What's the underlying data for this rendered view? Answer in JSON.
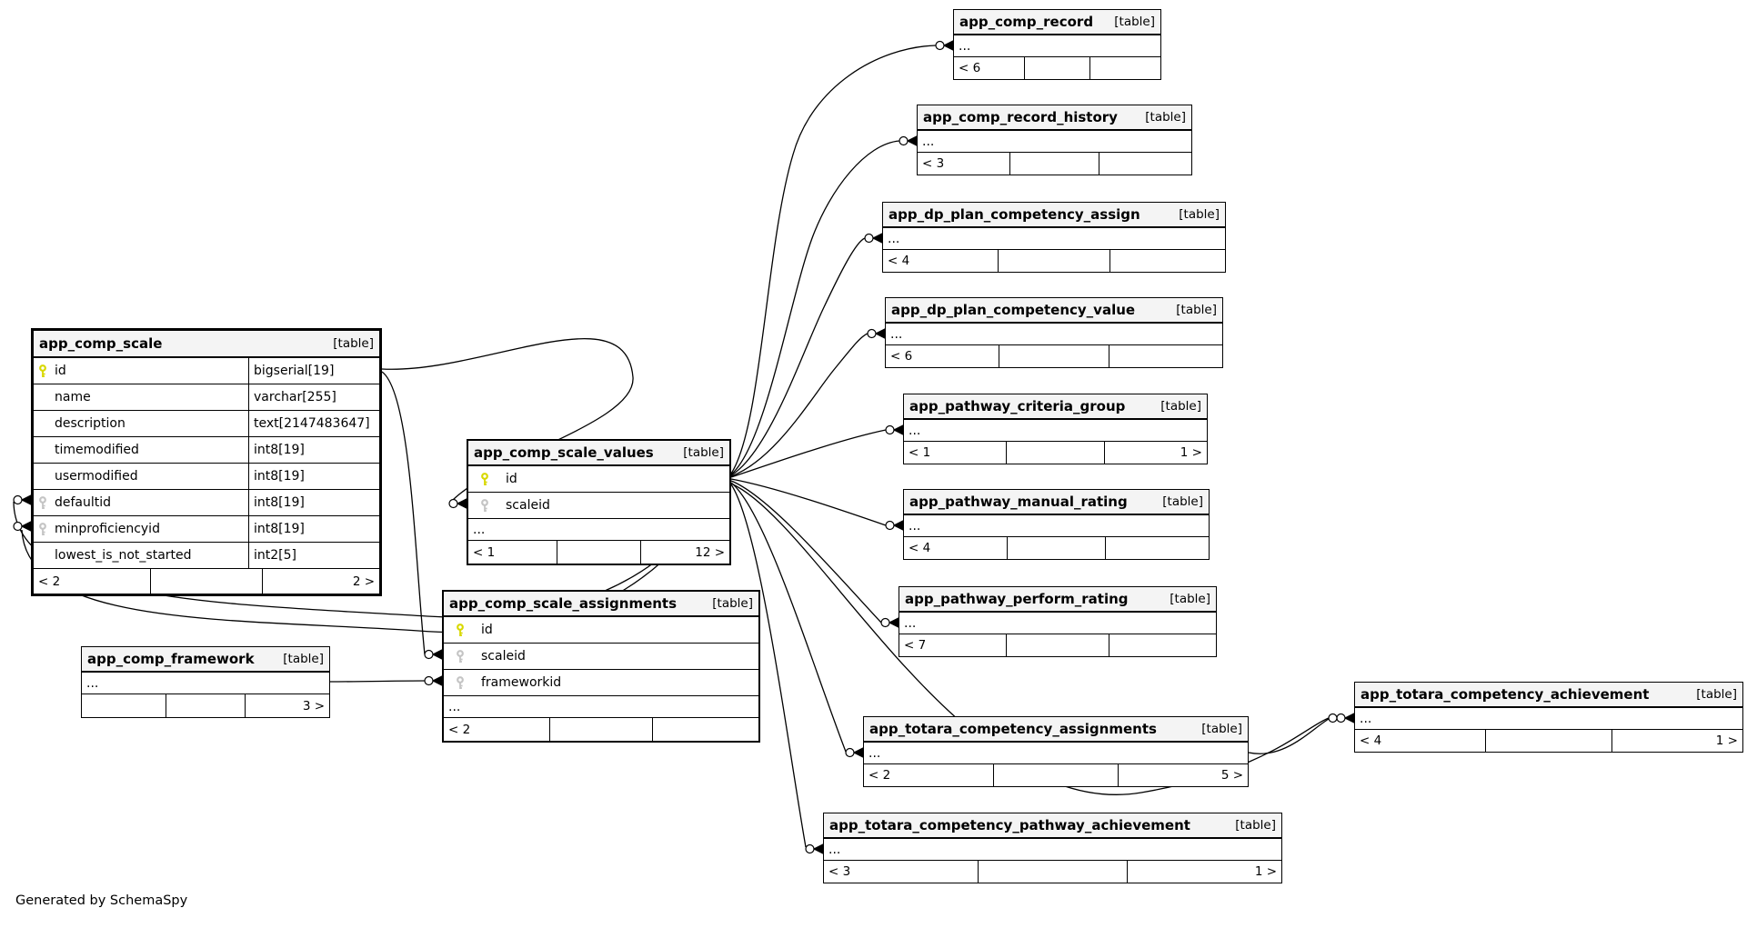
{
  "diagram": {
    "credit": "Generated by SchemaSpy",
    "type_label": "[table]",
    "pk_color": "#d8d800",
    "fk_color": "#c4c4c4",
    "header_bg": "#f4f4f4",
    "line_color": "#000000"
  },
  "tables": [
    {
      "name": "app_comp_scale",
      "type": "[table]",
      "columns": [
        {
          "name": "id",
          "type": "bigserial[19]",
          "key": "primary"
        },
        {
          "name": "name",
          "type": "varchar[255]",
          "key": "none"
        },
        {
          "name": "description",
          "type": "text[2147483647]",
          "key": "none"
        },
        {
          "name": "timemodified",
          "type": "int8[19]",
          "key": "none"
        },
        {
          "name": "usermodified",
          "type": "int8[19]",
          "key": "none"
        },
        {
          "name": "defaultid",
          "type": "int8[19]",
          "key": "foreign"
        },
        {
          "name": "minproficiencyid",
          "type": "int8[19]",
          "key": "foreign"
        },
        {
          "name": "lowest_is_not_started",
          "type": "int2[5]",
          "key": "none"
        }
      ],
      "footer": {
        "left": "< 2",
        "right": "2 >"
      }
    },
    {
      "name": "app_comp_scale_values",
      "type": "[table]",
      "columns": [
        {
          "name": "id",
          "key": "primary"
        },
        {
          "name": "scaleid",
          "key": "foreign"
        }
      ],
      "ellipsis": "...",
      "footer": {
        "left": "< 1",
        "right": "12 >"
      }
    },
    {
      "name": "app_comp_scale_assignments",
      "type": "[table]",
      "columns": [
        {
          "name": "id",
          "key": "primary"
        },
        {
          "name": "scaleid",
          "key": "foreign"
        },
        {
          "name": "frameworkid",
          "key": "foreign"
        }
      ],
      "ellipsis": "...",
      "footer": {
        "left": "< 2",
        "right": ""
      }
    },
    {
      "name": "app_comp_framework",
      "type": "[table]",
      "ellipsis": "...",
      "footer": {
        "left": "",
        "right": "3 >"
      }
    },
    {
      "name": "app_comp_record",
      "type": "[table]",
      "ellipsis": "...",
      "footer": {
        "left": "< 6",
        "right": ""
      }
    },
    {
      "name": "app_comp_record_history",
      "type": "[table]",
      "ellipsis": "...",
      "footer": {
        "left": "< 3",
        "right": ""
      }
    },
    {
      "name": "app_dp_plan_competency_assign",
      "type": "[table]",
      "ellipsis": "...",
      "footer": {
        "left": "< 4",
        "right": ""
      }
    },
    {
      "name": "app_dp_plan_competency_value",
      "type": "[table]",
      "ellipsis": "...",
      "footer": {
        "left": "< 6",
        "right": ""
      }
    },
    {
      "name": "app_pathway_criteria_group",
      "type": "[table]",
      "ellipsis": "...",
      "footer": {
        "left": "< 1",
        "right": "1 >"
      }
    },
    {
      "name": "app_pathway_manual_rating",
      "type": "[table]",
      "ellipsis": "...",
      "footer": {
        "left": "< 4",
        "right": ""
      }
    },
    {
      "name": "app_pathway_perform_rating",
      "type": "[table]",
      "ellipsis": "...",
      "footer": {
        "left": "< 7",
        "right": ""
      }
    },
    {
      "name": "app_totara_competency_achievement",
      "type": "[table]",
      "ellipsis": "...",
      "footer": {
        "left": "< 4",
        "right": "1 >"
      }
    },
    {
      "name": "app_totara_competency_assignments",
      "type": "[table]",
      "ellipsis": "...",
      "footer": {
        "left": "< 2",
        "right": "5 >"
      }
    },
    {
      "name": "app_totara_competency_pathway_achievement",
      "type": "[table]",
      "ellipsis": "...",
      "footer": {
        "left": "< 3",
        "right": "1 >"
      }
    }
  ],
  "relationships": [
    {
      "from": "app_comp_scale.id",
      "to": "app_comp_scale_values.scaleid"
    },
    {
      "from": "app_comp_scale.id",
      "to": "app_comp_scale_assignments.scaleid"
    },
    {
      "from": "app_comp_framework",
      "to": "app_comp_scale_assignments.frameworkid"
    },
    {
      "from": "app_comp_scale_values.id",
      "to": "app_comp_scale.defaultid"
    },
    {
      "from": "app_comp_scale_values.id",
      "to": "app_comp_scale.minproficiencyid"
    },
    {
      "from": "app_comp_scale_values.id",
      "to": "app_comp_record"
    },
    {
      "from": "app_comp_scale_values.id",
      "to": "app_comp_record_history"
    },
    {
      "from": "app_comp_scale_values.id",
      "to": "app_dp_plan_competency_assign"
    },
    {
      "from": "app_comp_scale_values.id",
      "to": "app_dp_plan_competency_value"
    },
    {
      "from": "app_comp_scale_values.id",
      "to": "app_pathway_criteria_group"
    },
    {
      "from": "app_comp_scale_values.id",
      "to": "app_pathway_manual_rating"
    },
    {
      "from": "app_comp_scale_values.id",
      "to": "app_pathway_perform_rating"
    },
    {
      "from": "app_comp_scale_values.id",
      "to": "app_totara_competency_achievement"
    },
    {
      "from": "app_comp_scale_values.id",
      "to": "app_totara_competency_assignments"
    },
    {
      "from": "app_comp_scale_values.id",
      "to": "app_totara_competency_pathway_achievement"
    },
    {
      "from": "app_totara_competency_assignments",
      "to": "app_totara_competency_achievement"
    }
  ]
}
